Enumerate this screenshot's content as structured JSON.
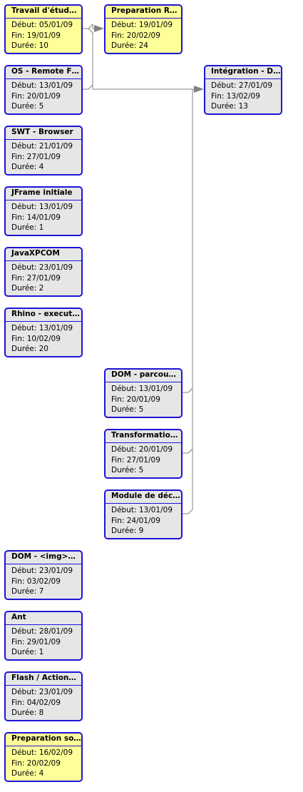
{
  "diagram": {
    "colors": {
      "border": "#1d14d8",
      "task_fill": "#e6e6e6",
      "milestone_fill": "#ffff99",
      "connector": "#808080"
    },
    "labels": {
      "start": "Début:",
      "end": "Fin:",
      "duration": "Durée:"
    },
    "tasks": [
      {
        "id": "t1",
        "title": "Travail d'études…",
        "start": "05/01/09",
        "end": "19/01/09",
        "duration": "10",
        "highlight": true
      },
      {
        "id": "t2",
        "title": "Preparation Ra…",
        "start": "19/01/09",
        "end": "20/02/09",
        "duration": "24",
        "highlight": true
      },
      {
        "id": "t3",
        "title": "OS - Remote Fi…",
        "start": "13/01/09",
        "end": "20/01/09",
        "duration": "5",
        "highlight": false
      },
      {
        "id": "t4",
        "title": "Intégration - D…",
        "start": "27/01/09",
        "end": "13/02/09",
        "duration": "13",
        "highlight": false
      },
      {
        "id": "t5",
        "title": "SWT - Browser",
        "start": "21/01/09",
        "end": "27/01/09",
        "duration": "4",
        "highlight": false
      },
      {
        "id": "t6",
        "title": "JFrame initiale",
        "start": "13/01/09",
        "end": "14/01/09",
        "duration": "1",
        "highlight": false
      },
      {
        "id": "t7",
        "title": "JavaXPCOM",
        "start": "23/01/09",
        "end": "27/01/09",
        "duration": "2",
        "highlight": false
      },
      {
        "id": "t8",
        "title": "Rhino - execut…",
        "start": "13/01/09",
        "end": "10/02/09",
        "duration": "20",
        "highlight": false
      },
      {
        "id": "t9",
        "title": "DOM - parcou…",
        "start": "13/01/09",
        "end": "20/01/09",
        "duration": "5",
        "highlight": false
      },
      {
        "id": "t10",
        "title": "Transformation…",
        "start": "20/01/09",
        "end": "27/01/09",
        "duration": "5",
        "highlight": false
      },
      {
        "id": "t11",
        "title": "Module de déci…",
        "start": "13/01/09",
        "end": "24/01/09",
        "duration": "9",
        "highlight": false
      },
      {
        "id": "t12",
        "title": "DOM - <img>…",
        "start": "23/01/09",
        "end": "03/02/09",
        "duration": "7",
        "highlight": false
      },
      {
        "id": "t13",
        "title": "Ant",
        "start": "28/01/09",
        "end": "29/01/09",
        "duration": "1",
        "highlight": false
      },
      {
        "id": "t14",
        "title": "Flash / ActionSc…",
        "start": "23/01/09",
        "end": "04/02/09",
        "duration": "8",
        "highlight": false
      },
      {
        "id": "t15",
        "title": "Preparation sou…",
        "start": "16/02/09",
        "end": "20/02/09",
        "duration": "4",
        "highlight": true
      }
    ],
    "links": [
      {
        "from": "t1",
        "to": "t2"
      },
      {
        "from": "t1",
        "to": "t4"
      },
      {
        "from": "t3",
        "to": "t4"
      },
      {
        "from": "t9",
        "to": "t4"
      },
      {
        "from": "t10",
        "to": "t4"
      },
      {
        "from": "t11",
        "to": "t4"
      }
    ]
  }
}
